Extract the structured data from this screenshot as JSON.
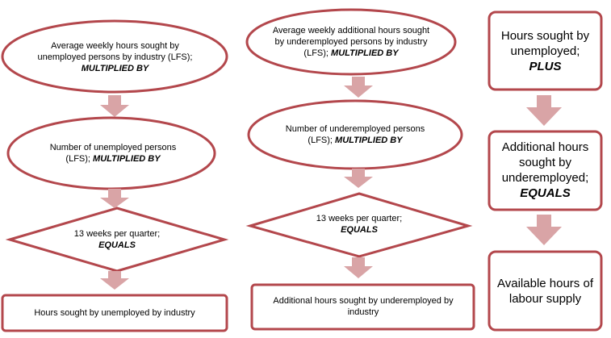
{
  "col1": {
    "box1": {
      "text": "Average weekly hours sought by unemployed persons by industry (LFS);",
      "op": "MULTIPLIED BY"
    },
    "box2": {
      "text": "Number of unemployed persons (LFS);",
      "op": "MULTIPLIED BY"
    },
    "box3": {
      "text": "13 weeks per quarter;",
      "op": "EQUALS"
    },
    "box4": {
      "text": "Hours sought by unemployed by industry"
    }
  },
  "col2": {
    "box1": {
      "text": "Average weekly additional hours sought by underemployed persons by industry (LFS);",
      "op": "MULTIPLIED BY"
    },
    "box2": {
      "text": "Number of underemployed persons (LFS);",
      "op": "MULTIPLIED BY"
    },
    "box3": {
      "text": "13 weeks per quarter;",
      "op": "EQUALS"
    },
    "box4": {
      "text": "Additional hours sought by underemployed by industry"
    }
  },
  "col3": {
    "box1": {
      "text": "Hours sought by unemployed;",
      "op": "PLUS"
    },
    "box2": {
      "text": "Additional hours sought by underemployed;",
      "op": "EQUALS"
    },
    "box3": {
      "text": "Available hours of labour supply"
    }
  },
  "colors": {
    "border": "#b3474c",
    "arrow": "#d9a4a6"
  }
}
